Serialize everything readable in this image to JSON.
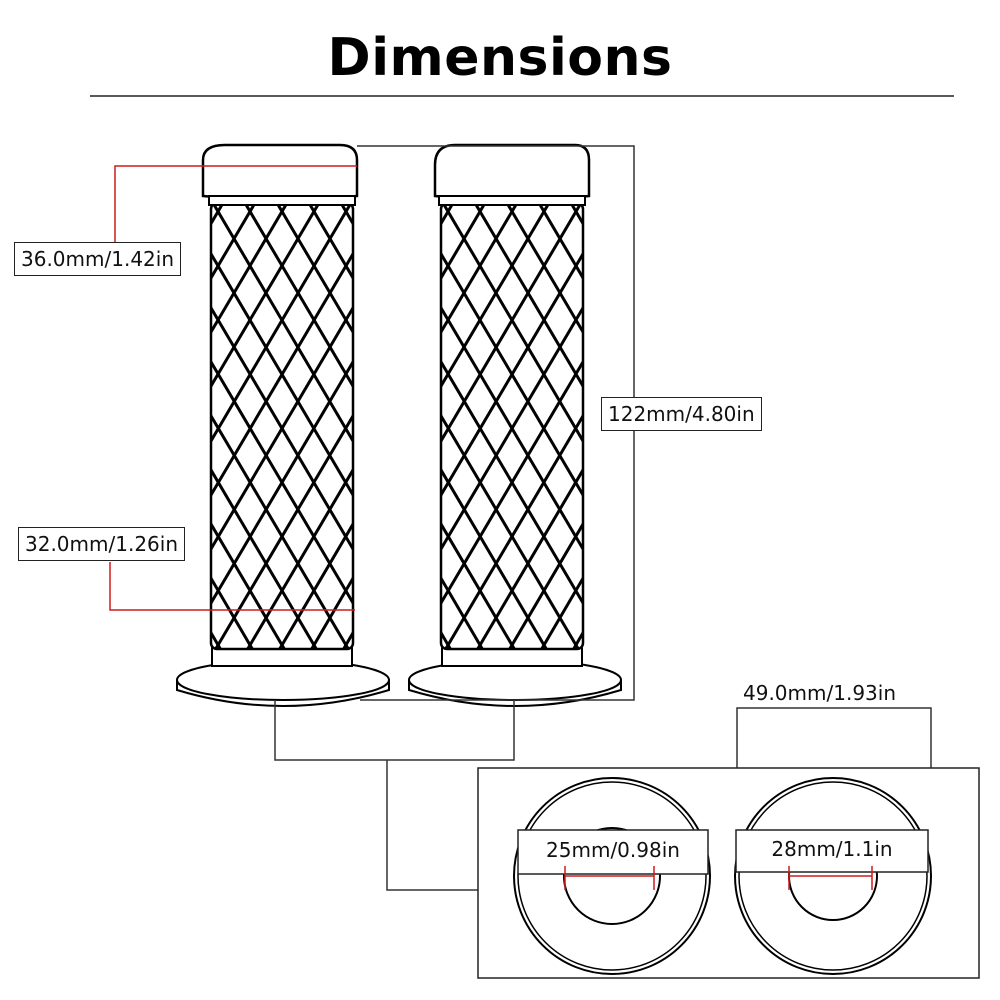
{
  "title": "Dimensions",
  "labels": {
    "top_end_diameter": "36.0mm/1.42in",
    "grip_diameter": "32.0mm/1.26in",
    "overall_length": "122mm/4.80in",
    "flange_diameter": "49.0mm/1.93in",
    "inner_diameter_left": "25mm/0.98in",
    "inner_diameter_right": "28mm/1.1in"
  },
  "colors": {
    "outline": "#000000",
    "dimension_line": "#333333",
    "measure_accent": "#d11a1a",
    "background": "#ffffff"
  }
}
